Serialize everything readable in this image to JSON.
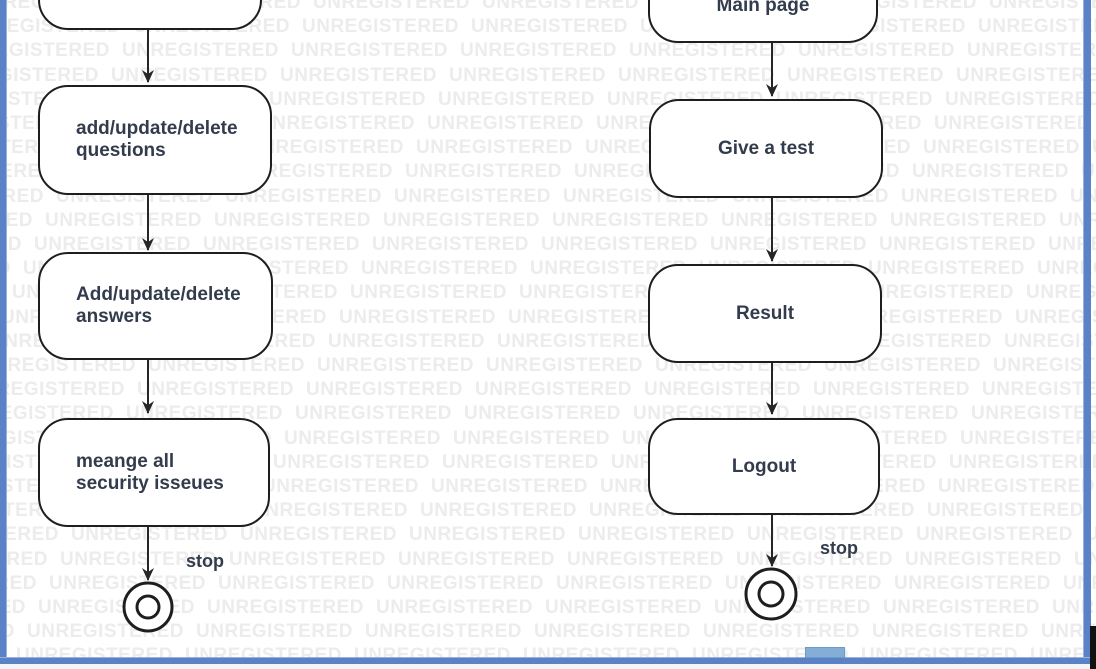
{
  "watermark": {
    "text": "UNREGISTERED",
    "color": "#ececec"
  },
  "diagram": {
    "admin_flow": {
      "nodes": [
        {
          "label": ""
        },
        {
          "label": "add/update/delete\nquestions"
        },
        {
          "label": "Add/update/delete\nanswers"
        },
        {
          "label": "meange all\nsecurity isseues"
        }
      ],
      "stop_label": "stop"
    },
    "user_flow": {
      "nodes": [
        {
          "label": "Main page"
        },
        {
          "label": "Give a test"
        },
        {
          "label": "Result"
        },
        {
          "label": "Logout"
        }
      ],
      "stop_label": "stop"
    },
    "colors": {
      "node_border": "#1e1e1e",
      "node_text": "#333c4d",
      "arrow": "#262626"
    }
  },
  "frame": {
    "border_color": "#5b82c6",
    "scrollbar_thumb_color": "#85aed6"
  }
}
